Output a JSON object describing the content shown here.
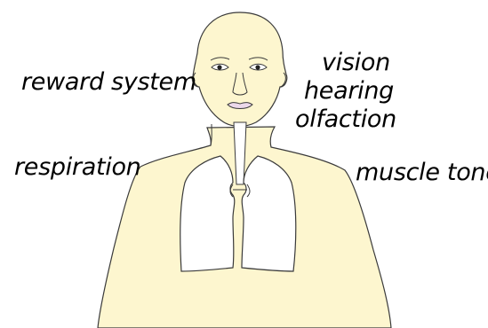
{
  "labels": {
    "reward": "reward system",
    "vision": "vision",
    "hearing": "hearing",
    "olfaction": "olfaction",
    "respiration": "respiration",
    "muscle": "muscle tone"
  },
  "colors": {
    "skin": "#fdf6cf",
    "outline": "#3a3a3a",
    "lungs": "#ffffff",
    "lips": "#ecd8ea",
    "text": "#000000"
  },
  "icons": {
    "figure": "human-torso-with-lungs-icon"
  }
}
